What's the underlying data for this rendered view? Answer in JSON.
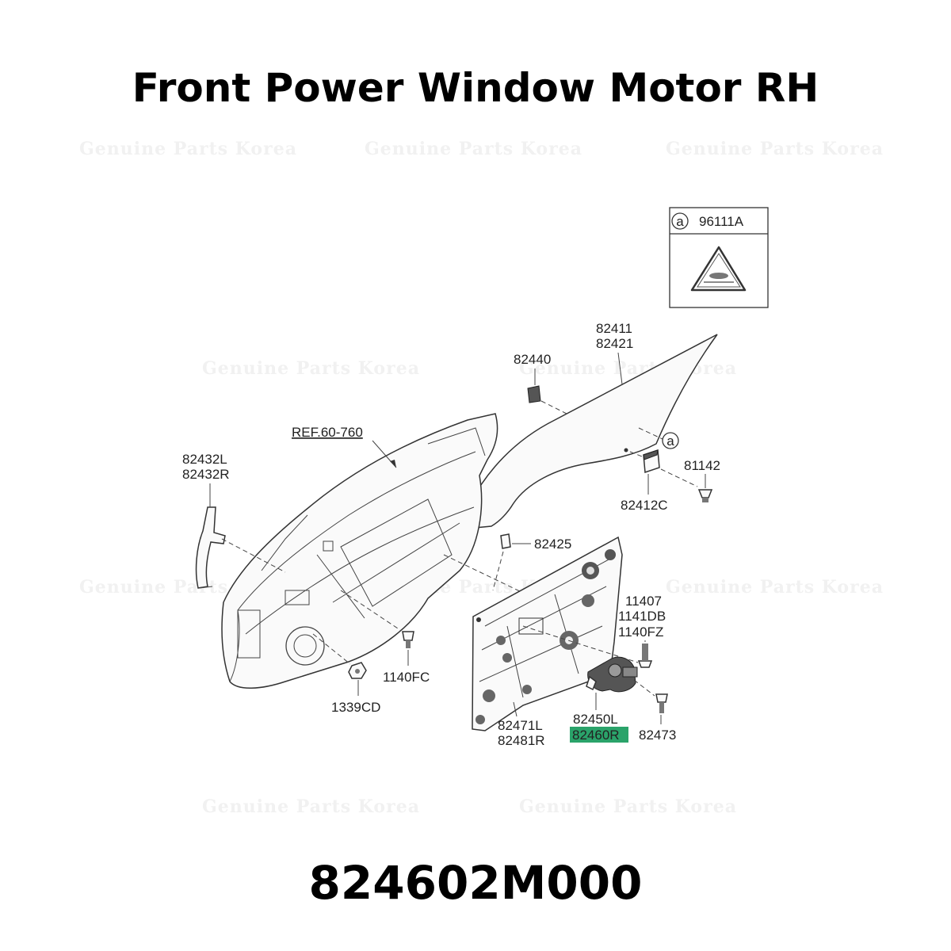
{
  "title": "Front Power Window Motor RH",
  "part_number": "824602M000",
  "watermark": "Genuine Parts Korea",
  "highlight_color": "#2aa36a",
  "legend_box": {
    "circle_letter": "a",
    "code": "96111A"
  },
  "ref_label": "REF.60-760",
  "glass_callout": "a",
  "labels": {
    "glass_1": "82411",
    "glass_2": "82421",
    "clip_82440": "82440",
    "bolt_81142": "81142",
    "bracket_82412C": "82412C",
    "channel_1": "82432L",
    "channel_2": "82432R",
    "clip_82425": "82425",
    "screw_1": "11407",
    "screw_2": "1141DB",
    "screw_3": "1140FZ",
    "bolt_1140FC": "1140FC",
    "nut_1339CD": "1339CD",
    "module_1": "82471L",
    "module_2": "82481R",
    "motor_1": "82450L",
    "motor_2": "82460R",
    "bolt_82473": "82473"
  }
}
